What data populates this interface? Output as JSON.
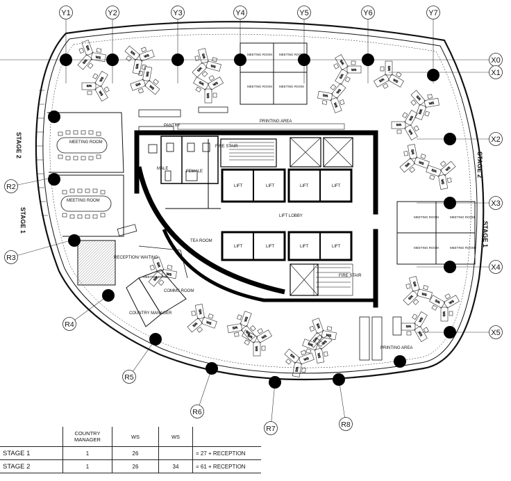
{
  "grid": {
    "y_axes": [
      "Y1",
      "Y2",
      "Y3",
      "Y4",
      "Y5",
      "Y6",
      "Y7"
    ],
    "x_axes": [
      "X0",
      "X1",
      "X2",
      "X3",
      "X4",
      "X5"
    ],
    "r_axes": [
      "R2",
      "R3",
      "R4",
      "R5",
      "R6",
      "R7",
      "R8"
    ]
  },
  "stages": {
    "left_stage2": "STAGE 2",
    "left_stage1": "STAGE 1",
    "right_stage2": "STAGE 2",
    "right_stage1": "STAGE 1"
  },
  "rooms": {
    "meeting_room_1": "MEETING ROOM",
    "meeting_room_2": "MEETING ROOM",
    "pantry": "PANTRY",
    "printing_area_top": "PRINTING AREA",
    "printing_area_bottom": "PRINTING AREA",
    "fire_stair_top": "FIRE STAIR",
    "fire_stair_bottom": "FIRE STAIR",
    "male": "MALE",
    "female": "FEMALE",
    "lift": "LIFT",
    "lift_lobby": "LIFT LOBBY",
    "tea_room": "TEA ROOM",
    "reception": "RECEPTION/ WAITING",
    "comms_room": "COMMS ROOM",
    "country_manager": "COUNTRY MANAGER",
    "meeting_room_small": "MEETING ROOM",
    "workstation": "WS"
  },
  "schedule": {
    "headers": [
      "",
      "COUNTRY MANAGER",
      "WS",
      "WS",
      ""
    ],
    "rows": [
      {
        "stage": "STAGE 1",
        "country_manager": "1",
        "ws_a": "26",
        "ws_b": "",
        "total": "= 27 + RECEPTION"
      },
      {
        "stage": "STAGE 2",
        "country_manager": "1",
        "ws_a": "26",
        "ws_b": "34",
        "total": "= 61 + RECEPTION"
      }
    ]
  }
}
